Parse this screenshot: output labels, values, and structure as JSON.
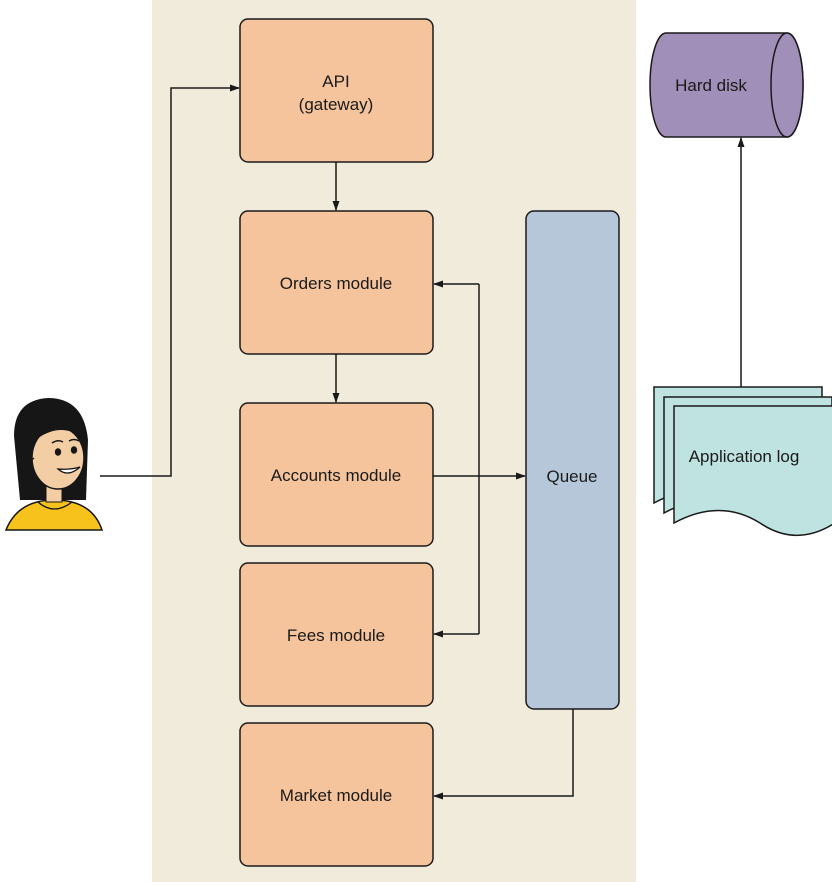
{
  "modules": {
    "api_line1": "API",
    "api_line2": "(gateway)",
    "orders": "Orders module",
    "accounts": "Accounts module",
    "fees": "Fees module",
    "market": "Market module"
  },
  "queue": {
    "label": "Queue"
  },
  "storage": {
    "hard_disk": "Hard disk"
  },
  "logs": {
    "label": "Application log"
  },
  "colors": {
    "background_panel": "#f0ebdb",
    "module_fill": "#f6c49c",
    "queue_fill": "#b7c7da",
    "disk_fill": "#a08fb8",
    "log_fill": "#bfe3e0",
    "line": "#1a1a1a"
  },
  "icons": {
    "user": "user-avatar-icon"
  }
}
